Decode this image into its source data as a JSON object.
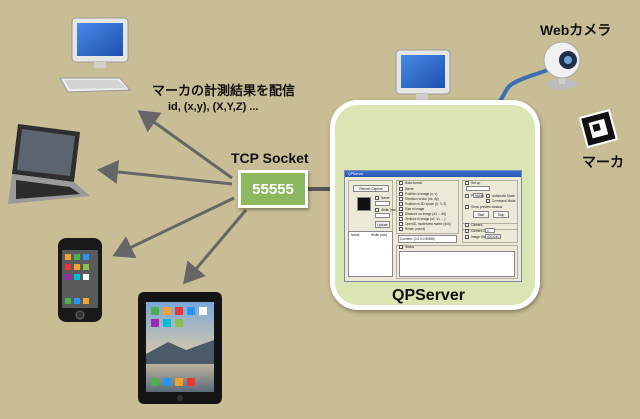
{
  "labels": {
    "broadcast_line1": "マーカの計測結果を配信",
    "broadcast_line2": "id, (x,y), (X,Y,Z) ...",
    "tcp": "TCP Socket",
    "port": "55555",
    "server": "QPServer",
    "webcam": "Webカメラ",
    "marker": "マーカ"
  },
  "app_window": {
    "title": "QPServer",
    "capture_button": "Refresh Capture",
    "name_label": "Name",
    "width_label": "Width [mm]",
    "update_button": "Update",
    "list_headers": [
      "Name",
      "Width [mm]"
    ],
    "options_group": "Data format",
    "options": [
      "Name",
      "Position in image (u, v)",
      "Direction vector (dx, dy)",
      "Position in 3D space (X, Y, Z)",
      "Size in image",
      "Distance on image (d1 ... d4)",
      "Vertices in image (u1, v1 ... )",
      "OpenGL modelview matrix (4x4)"
    ],
    "reset_label": "Reset: (count)",
    "connect_label": "Connect: (0.0.0.0:55555)",
    "setup_group": "Set up",
    "port_label": "Port",
    "port_value": "55555",
    "mode_a": "Automatic Mode",
    "mode_b": "Command Mode",
    "preview_label": "Show preview window",
    "start_button": "Start",
    "stop_button": "Stop",
    "camera_group": "Camera",
    "camera_id_label": "Camera ID",
    "camera_id_value": "0",
    "image_size_label": "Image Size",
    "image_size_value": "320x240",
    "status_group": "Status"
  },
  "colors": {
    "background": "#c8bd94",
    "server_box": "#d9e5b3",
    "port_box": "#8cb860",
    "arrow": "#666666",
    "cable": "#3b6fb5"
  }
}
